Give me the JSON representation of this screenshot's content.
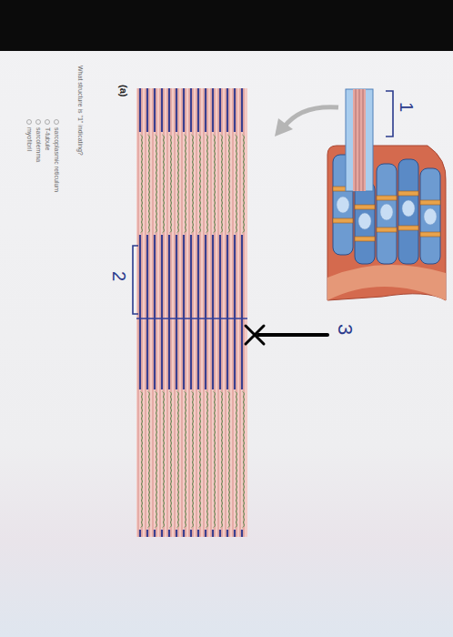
{
  "diagram": {
    "labels": [
      "What structure is \"1\" indicating?",
      "(a)",
      "sarcoplasmic reticulum",
      "T-tubule",
      "sarcolemma",
      "myofibril",
      "1",
      "2",
      "3"
    ]
  }
}
